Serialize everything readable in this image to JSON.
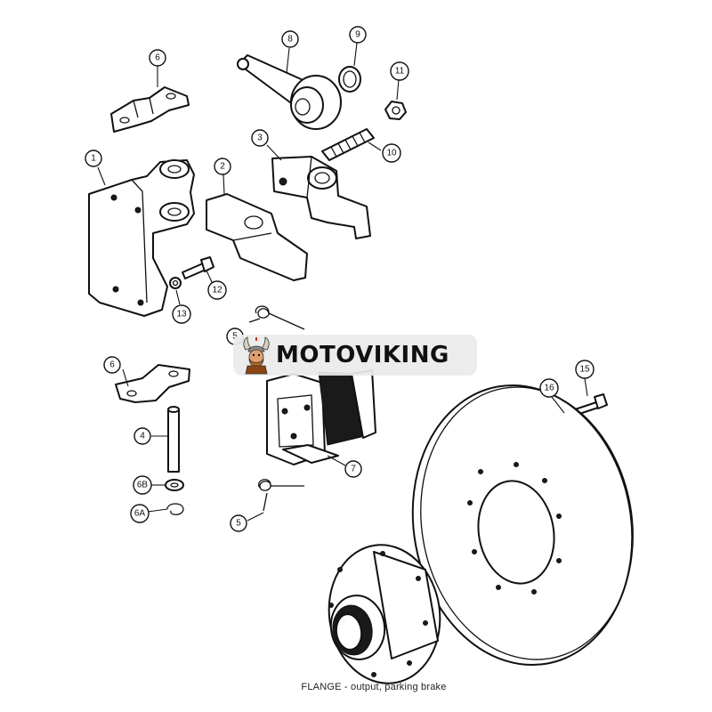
{
  "caption": "FLANGE - output, parking brake",
  "watermark": {
    "text": "MOTOVIKING",
    "logo_icon": "viking-mascot-icon"
  },
  "callouts": [
    "1",
    "2",
    "3",
    "4",
    "5",
    "5",
    "6",
    "6",
    "6A",
    "6B",
    "7",
    "8",
    "9",
    "10",
    "11",
    "12",
    "13",
    "15",
    "16"
  ],
  "colors": {
    "line": "#111111",
    "background": "#ffffff",
    "watermark_bg": "#ebebeb",
    "logo_accent": "#c0392b"
  }
}
